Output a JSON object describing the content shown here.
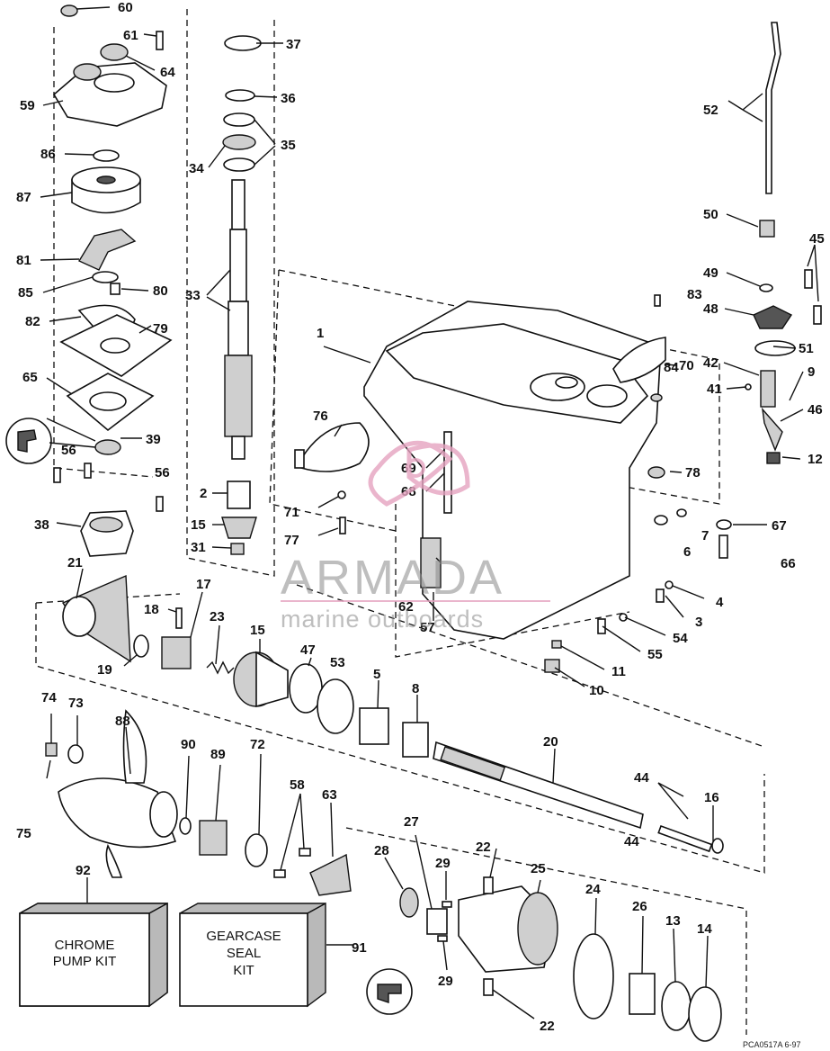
{
  "callouts": [
    "60",
    "61",
    "64",
    "59",
    "86",
    "87",
    "81",
    "85",
    "80",
    "82",
    "79",
    "65",
    "39",
    "56",
    "56",
    "38",
    "21",
    "37",
    "36",
    "35",
    "34",
    "33",
    "2",
    "15",
    "31",
    "17",
    "18",
    "19",
    "23",
    "15",
    "47",
    "53",
    "5",
    "8",
    "52",
    "50",
    "45",
    "49",
    "83",
    "48",
    "51",
    "70",
    "1",
    "84",
    "42",
    "9",
    "41",
    "46",
    "12",
    "76",
    "69",
    "68",
    "71",
    "77",
    "78",
    "67",
    "7",
    "6",
    "66",
    "62",
    "57",
    "4",
    "3",
    "54",
    "55",
    "11",
    "10",
    "74",
    "73",
    "88",
    "90",
    "89",
    "72",
    "58",
    "63",
    "20",
    "44",
    "16",
    "44",
    "75",
    "92",
    "28",
    "27",
    "29",
    "22",
    "25",
    "24",
    "26",
    "13",
    "14",
    "29",
    "22",
    "91"
  ],
  "kits": {
    "chrome_pump_kit": [
      "CHROME",
      "PUMP KIT"
    ],
    "gearcase_seal_kit": [
      "GEARCASE",
      "SEAL",
      "KIT"
    ]
  },
  "watermark": {
    "brand": "ARMADA",
    "tagline": "marine outboards",
    "accent_color": "#e6a3c0",
    "text_color": "#8a8a8a"
  },
  "drawing_code": "PCA0517A   6-97"
}
